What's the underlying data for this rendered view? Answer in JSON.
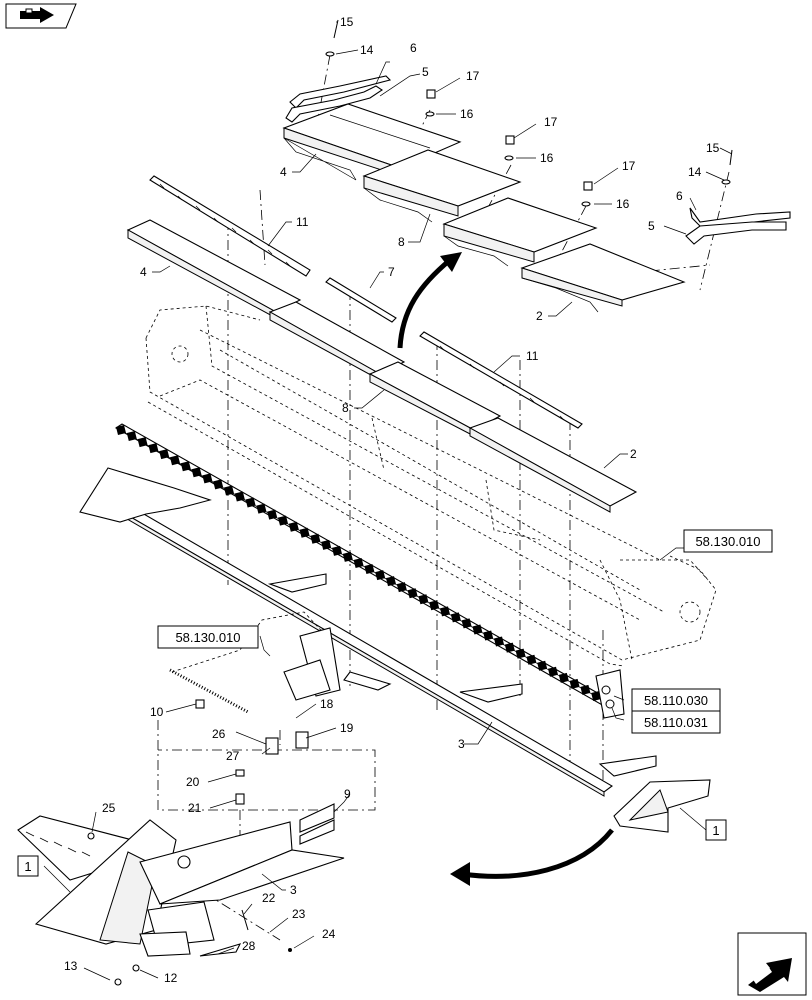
{
  "callouts": {
    "n15a": "15",
    "n14a": "14",
    "n6a": "6",
    "n5a": "5",
    "n17a": "17",
    "n16a": "16",
    "n17b": "17",
    "n16b": "16",
    "n17c": "17",
    "n16c": "16",
    "n4a": "4",
    "n8a": "8",
    "n15b": "15",
    "n14b": "14",
    "n6b": "6",
    "n5b": "5",
    "n2a": "2",
    "n11a": "11",
    "n4b": "4",
    "n7": "7",
    "n11b": "11",
    "n8b": "8",
    "n2b": "2",
    "n10": "10",
    "n18": "18",
    "n26": "26",
    "n19": "19",
    "n27": "27",
    "n20": "20",
    "n21": "21",
    "n9": "9",
    "n25": "25",
    "n3a": "3",
    "n3b": "3",
    "n22": "22",
    "n23": "23",
    "n24": "24",
    "n28": "28",
    "n13": "13",
    "n12": "12",
    "n1a": "1",
    "n1b": "1"
  },
  "references": {
    "ref_58_130_010_right": "58.130.010",
    "ref_58_130_010_left": "58.130.010",
    "ref_58_110_030": "58.110.030",
    "ref_58_110_031": "58.110.031"
  },
  "icons": {
    "top_left": "previous-page-icon",
    "bottom_right": "next-page-icon"
  }
}
